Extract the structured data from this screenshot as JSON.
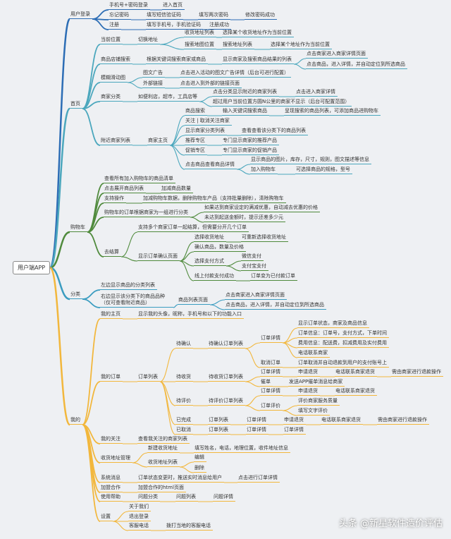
{
  "root": "用户端APP",
  "colors": {
    "login": "#2c6db5",
    "home": "#4ba7bd",
    "cart": "#4f8a3c",
    "category": "#3a9cc0",
    "mine": "#f2b73c"
  },
  "login": {
    "a": "用户登录",
    "a1": "手机号+密码登录",
    "a1a": "进入首页",
    "a2": "忘记密码",
    "a2a": "填写短信验证码",
    "a2b": "填写两次密码",
    "a2c": "修改密码成功",
    "a3": "注册",
    "a3a": "填写手机号，手机验证码",
    "a3b": "注册成功"
  },
  "home": {
    "h": "首页",
    "h1": "当前位置",
    "h1a": "切换地址",
    "h1a1": "收货地址列表",
    "h1a1a": "选择某个收货地址作为当前位置",
    "h1a2": "搜索地图位置",
    "h1a2a": "搜索地址列表",
    "h1a2b": "选择某个地址作为当前位置",
    "h2": "商品店铺搜索",
    "h2a": "根据关键词搜索商家或商品",
    "h2b": "显示商家及搜索商品结果的列表",
    "h2b1": "点击商家进入商家详情页面",
    "h2b2": "点击商品，进入详情，并自动定位到所选商品",
    "h3": "模糊滑动图",
    "h3a": "图文广告",
    "h3a1": "点击进入活动的图文广告详情（后台可进行配置）",
    "h3b": "外部链接",
    "h3b1": "点击进入到外部的链接页面",
    "h4": "商家分类",
    "h4a": "如便利店，超市，工具店等",
    "h4a1": "点击分类显示附近的商家列表",
    "h4a1a": "点击进入商家详情",
    "h4a2": "超过用户当前位置方圆N公里的商家不显示（后台可配置范围）",
    "h5": "附近商家列表",
    "h5a": "商家主页",
    "h5a1": "商品搜索",
    "h5a1a": "输入关键词搜索商品",
    "h5a1b": "呈现搜索的商品列表，可添加商品进购物车",
    "h5a2": "关注 | 取消关注商家",
    "h5a3": "显示商家分类列表",
    "h5a3a": "查看查看该分类下的商品列表",
    "h5a4": "推荐专区",
    "h5a4a": "专门显示商家的推荐产品",
    "h5a5": "促销专区",
    "h5a5a": "专门显示商家的促销产品",
    "h5a6": "点击商品查看商品详情",
    "h5a6a": "显示商品的图片，库存，尺寸，规则，图文描述等信息",
    "h5a6b": "加入购物车",
    "h5a6b1": "可选择商品的规格，型号"
  },
  "cart": {
    "c": "购物车",
    "c1": "查看所有加入购物车的商品清单",
    "c2": "点击展开商品列表",
    "c2a": "加减商品数量",
    "c3": "支持操作",
    "c3a": "加减购物车数据，删除购物车产品（支持批量删除），清除购物车",
    "c4": "购物车的订单根据商家为一组进行分类",
    "c4a": "如果达到商家设定的满减优惠，自动减去优惠的价格",
    "c4b": "未达到起送金额时，提示还差多少元",
    "c5": "去结算",
    "c5a": "支持多个商家订单一起结算，但需要分开几个订单",
    "c5b": "显示订单确认页面",
    "c5b1": "选择收货地址",
    "c5b1a": "可重新选择收货地址",
    "c5b2": "确认商品，数量及价格",
    "c5b3": "选择支付方式",
    "c5b3a": "微信支付",
    "c5b3b": "支付宝支付",
    "c5b4": "线上付款支付成功",
    "c5b4a": "订单变为已付款订单"
  },
  "category": {
    "g": "分类",
    "g1": "左边显示商品的分类列表",
    "g2": "右边显示该分类下的商品品种（仅可查看附近商品）",
    "g2a": "商品列表页面",
    "g2a1": "点击商家进入商家详情页面",
    "g2a2": "点击商品，进入详情，并自动定位到所选商品"
  },
  "mine": {
    "m": "我的",
    "m1": "我的主页",
    "m1a": "显示我的头像，昵称，手机号和以下的功能入口",
    "m2": "我的订单",
    "m2a": "订单列表",
    "o1": "待确认",
    "o1a": "待确认订单列表",
    "o1a1": "订单详情",
    "o1a1a": "显示订单状态，商家及商品信息",
    "o1a1b": "订单信息：订单号，支付方式，下单时间",
    "o1a1c": "费用信息：配送费，扣减费用及实付费用",
    "o1a1d": "电话联系商家",
    "o1a2": "取消订单",
    "o1a2a": "订单取消并自动退款到用户的支付账号上",
    "o2": "待收货",
    "o2a": "待收货订单列表",
    "o2a1": "订单详情",
    "o2a1a": "申请退货",
    "o2a1b": "电话联系商家退货",
    "o2a1c": "需由商家进行退款操作",
    "o2a2": "催单",
    "o2a2a": "发送APP催单消息给商家",
    "o3": "待评价",
    "o3a": "待评价订单列表",
    "o3a1": "订单详情",
    "o3a1a": "申请退货",
    "o3a1b": "电话联系商家退货",
    "o3a2": "订单评价",
    "o3a2a": "评价商家服务质量",
    "o3a2b": "填写文字评价",
    "o4": "已完成",
    "o4a": "订单列表",
    "o4b": "订单详情",
    "o4c": "申请退货",
    "o4d": "电话联系商家退货",
    "o4e": "需由商家进行退款操作",
    "o5": "已取消",
    "o5a": "订单列表",
    "o5b": "订单详情",
    "o5c": "订单详情",
    "m3": "我的关注",
    "m3a": "查看我关注的商家列表",
    "m4": "收货地址管理",
    "m4a": "新建收货地址",
    "m4a1": "填写姓名，电话，地理位置，收件地址信息",
    "m4b": "收货地址列表",
    "m4b1": "编辑",
    "m4b2": "删除",
    "m5": "系统消息",
    "m5a": "订单状态变更时，推送实时消息给用户",
    "m5b": "点击进行订单详情",
    "m6": "加盟合作",
    "m6a": "加盟合作的html页面",
    "m7": "使用帮助",
    "m7a": "问题分类",
    "m7b": "问题列表",
    "m7c": "问题详情",
    "m8": "设置",
    "m8a": "关于我们",
    "m8b": "退出登录",
    "m8c": "客服电话",
    "m8c1": "拨打当地的客服电话"
  },
  "watermark": "头条 @新星软件造价评估"
}
